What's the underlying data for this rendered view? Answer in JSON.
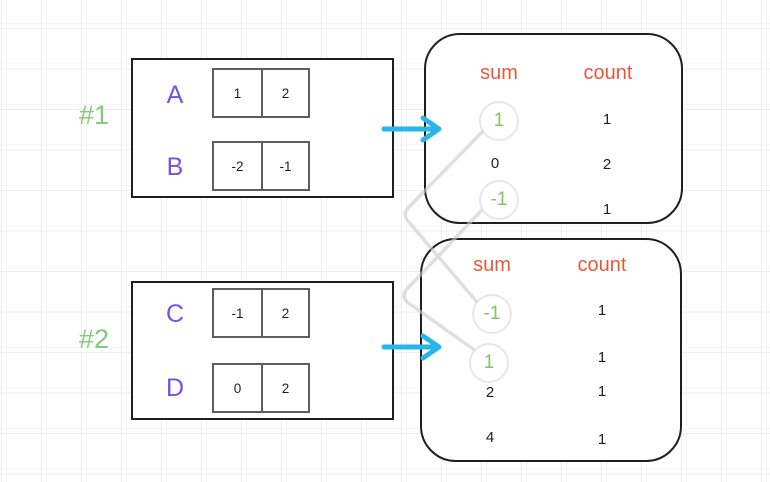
{
  "examples": [
    {
      "label": "#1",
      "arrays": [
        {
          "name": "A",
          "cells": [
            "1",
            "2"
          ]
        },
        {
          "name": "B",
          "cells": [
            "-2",
            "-1"
          ]
        }
      ],
      "result_table": {
        "sum_header": "sum",
        "count_header": "count",
        "rows": [
          {
            "sum": "1",
            "count": "1",
            "circled": true
          },
          {
            "sum": "0",
            "count": "2",
            "circled": false
          },
          {
            "sum": "-1",
            "count": "1",
            "circled": true
          }
        ]
      }
    },
    {
      "label": "#2",
      "arrays": [
        {
          "name": "C",
          "cells": [
            "-1",
            "2"
          ]
        },
        {
          "name": "D",
          "cells": [
            "0",
            "2"
          ]
        }
      ],
      "result_table": {
        "sum_header": "sum",
        "count_header": "count",
        "rows": [
          {
            "sum": "-1",
            "count": "1",
            "circled": true
          },
          {
            "sum": "1",
            "count": "1",
            "circled": true
          },
          {
            "sum": "2",
            "count": "1",
            "circled": false
          },
          {
            "sum": "4",
            "count": "1",
            "circled": false
          }
        ]
      }
    }
  ],
  "connectors": [
    {
      "from": "example-1 sum 1",
      "to": "example-2 sum -1"
    },
    {
      "from": "example-1 sum -1",
      "to": "example-2 sum 1"
    }
  ],
  "icons": {
    "arrow_1": "arrow-right-icon",
    "arrow_2": "arrow-right-icon"
  },
  "colors": {
    "background": "#ffffff",
    "grid_line": "#ededed",
    "box_border": "#1f1f1f",
    "cell_border": "#5e5e5e",
    "array_letter": "#7452e8",
    "example_label": "#84c87b",
    "table_header": "#e8593a",
    "value_text": "#1f1f1f",
    "highlight_value": "#84c464",
    "highlight_circle": "#e7e7e7",
    "arrow": "#2ab5e8",
    "connector": "#cbcbcb"
  }
}
